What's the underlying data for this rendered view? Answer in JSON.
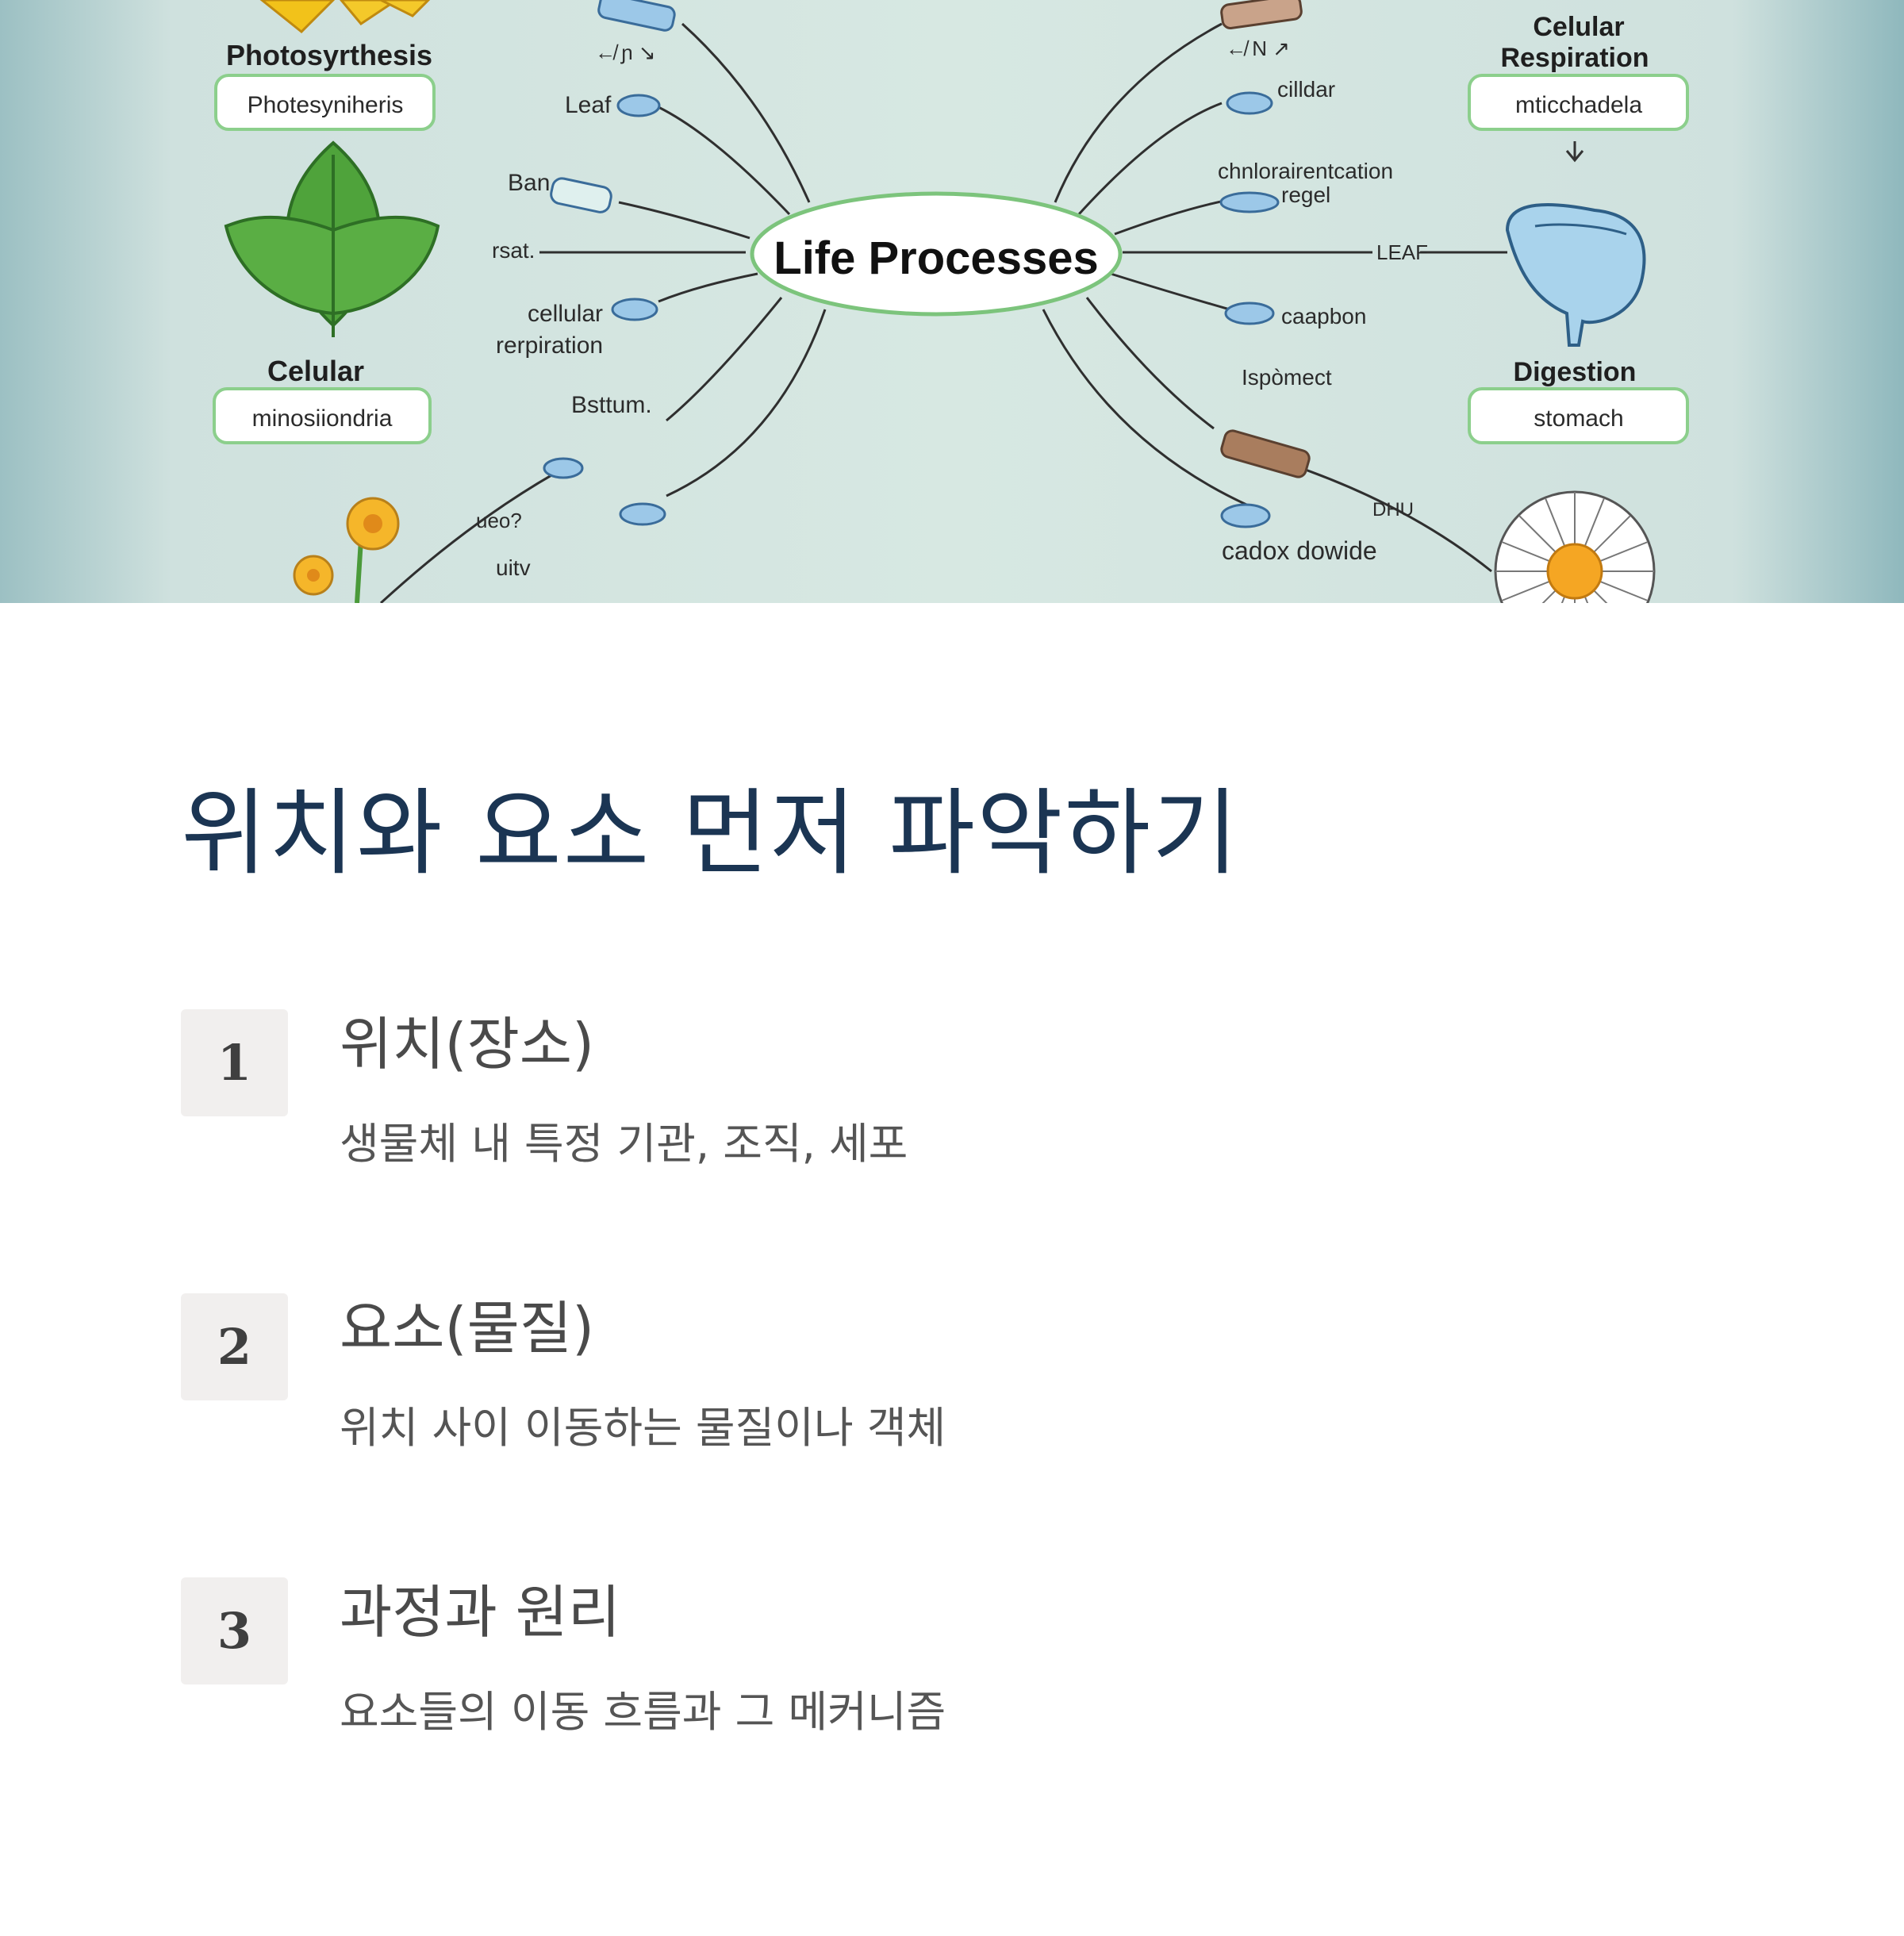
{
  "diagram": {
    "center": "Life Processes",
    "headings": {
      "photosynthesis": "Photosyrthesis",
      "celular_left": "Celular",
      "celular_resp_line1": "Celular",
      "celular_resp_line2": "Respiration",
      "digestion": "Digestion"
    },
    "boxes": {
      "photosynthesis_box": "Photesyniheris",
      "celular_box": "minosiiondria",
      "respiration_box": "mticchadela",
      "digestion_box": "stomach"
    },
    "labels": {
      "leaf_left": "Leaf",
      "ban": "Ban",
      "rsat": "rsat.",
      "cellular_resp_1": "cellular",
      "cellular_resp_2": "rerpiration",
      "bsttum": "Bsttum.",
      "dec": "ueo?",
      "uitv": "uitv",
      "arrow_left": "↚ ɲ ↘",
      "arrow_right": "↚ N ↗",
      "cilldar": "cilldar",
      "chloro_1": "chnlorairentcation",
      "chloro_2": "regel",
      "leaf_right": "LEAF",
      "capbon": "caapbon",
      "ispomect": "Ispòmect",
      "dhu": "DHU",
      "cadon": "cadox dowide"
    }
  },
  "section": {
    "title": "위치와 요소 먼저 파악하기",
    "steps": [
      {
        "num": "1",
        "title": "위치(장소)",
        "desc": "생물체 내 특정 기관, 조직, 세포"
      },
      {
        "num": "2",
        "title": "요소(물질)",
        "desc": "위치 사이 이동하는 물질이나 객체"
      },
      {
        "num": "3",
        "title": "과정과 원리",
        "desc": "요소들의 이동 흐름과 그 메커니즘"
      }
    ]
  }
}
